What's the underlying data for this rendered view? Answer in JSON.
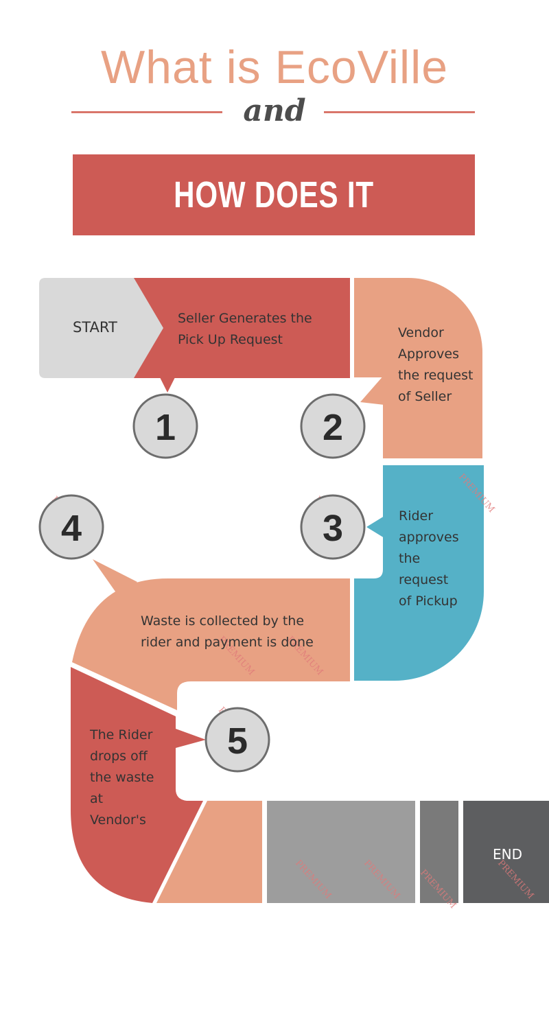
{
  "title": "What is EcoVille",
  "connector": "and",
  "subtitle": "HOW DOES IT WORK?",
  "start_label": "START",
  "end_label": "END",
  "steps": [
    {
      "number": "1",
      "lines": [
        "Seller Generates the",
        "Pick Up Request"
      ]
    },
    {
      "number": "2",
      "lines": [
        "Vendor",
        "Approves",
        "the request",
        "of Seller"
      ]
    },
    {
      "number": "3",
      "lines": [
        "Rider",
        "approves",
        "the",
        "request",
        "of Pickup"
      ]
    },
    {
      "number": "4",
      "lines": [
        "Waste is collected by the",
        "rider and payment is done"
      ]
    },
    {
      "number": "5",
      "lines": [
        "The Rider",
        "drops off",
        "the waste",
        "at",
        "Vendor's"
      ]
    }
  ],
  "watermark": "PREMIUM",
  "colors": {
    "red": "#cd5b55",
    "salmon": "#e8a183",
    "teal": "#55b1c7",
    "start_gray": "#d9d9d9",
    "gray": "#9d9d9d",
    "mid_gray": "#7a7a7a",
    "dark_gray": "#5d5e60"
  }
}
